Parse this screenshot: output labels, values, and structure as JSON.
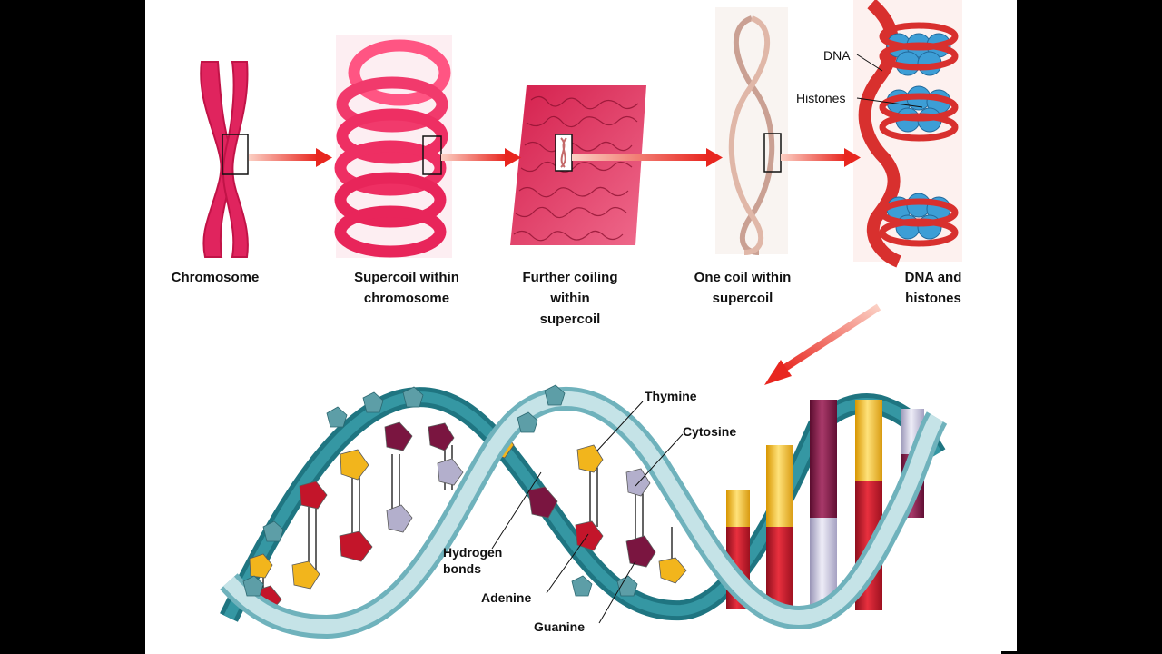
{
  "stages": [
    {
      "label": "Chromosome"
    },
    {
      "label": "Supercoil within\nchromosome"
    },
    {
      "label": "Further coiling\nwithin\nsupercoil"
    },
    {
      "label": "One coil within\nsupercoil"
    },
    {
      "label": "DNA and\nhistones"
    }
  ],
  "nucleosome_labels": {
    "dna": "DNA",
    "histones": "Histones"
  },
  "helix_labels": {
    "thymine": "Thymine",
    "cytosine": "Cytosine",
    "hydrogen_bonds": "Hydrogen\nbonds",
    "adenine": "Adenine",
    "guanine": "Guanine"
  },
  "colors": {
    "chromosome": "#e0245e",
    "arrow": "#e8261f",
    "backbone": "#2d8a95",
    "backbone_ribbon": "#b7dde2",
    "thymine": "#f2b51c",
    "cytosine": "#b3afcc",
    "adenine": "#c3152a",
    "guanine": "#7a1540",
    "histone": "#3d9ed6"
  }
}
